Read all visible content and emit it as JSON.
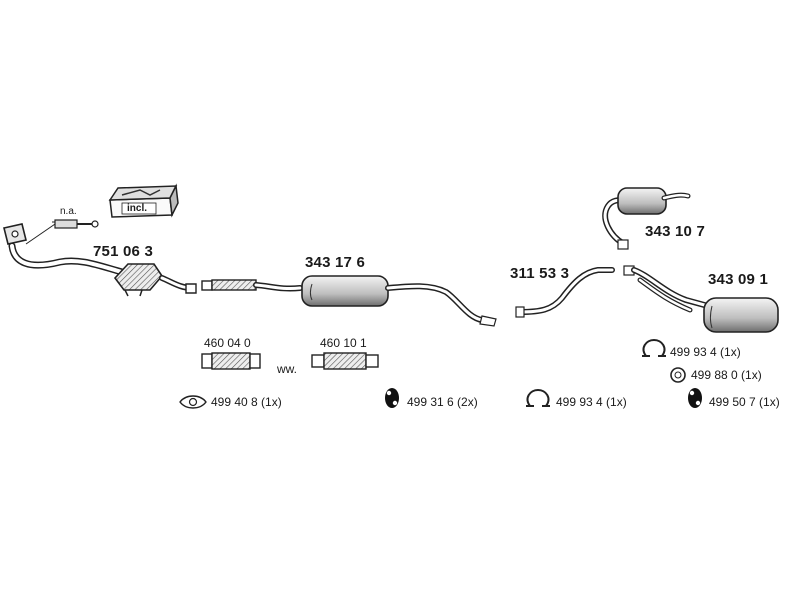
{
  "diagram": {
    "na_label": "n.a.",
    "incl_label": "incl.",
    "ww_label": "ww.",
    "parts": {
      "catalyst": "751 06 3",
      "middle_silencer": "343 17 6",
      "intermediate_pipe": "311 53 3",
      "rear_silencer_alt": "343 10 7",
      "rear_silencer": "343 09 1",
      "flex_pipe_a": "460 04 0",
      "flex_pipe_b": "460 10 1"
    },
    "accessories": {
      "gasket": "499 40 8 (1x)",
      "mount_a": "499 31 6 (2x)",
      "clamp_a": "499 93 4 (1x)",
      "clamp_b": "499 93 4  (1x)",
      "ring": "499 88 0  (1x)",
      "mount_b": "499 50 7 (1x)"
    }
  }
}
